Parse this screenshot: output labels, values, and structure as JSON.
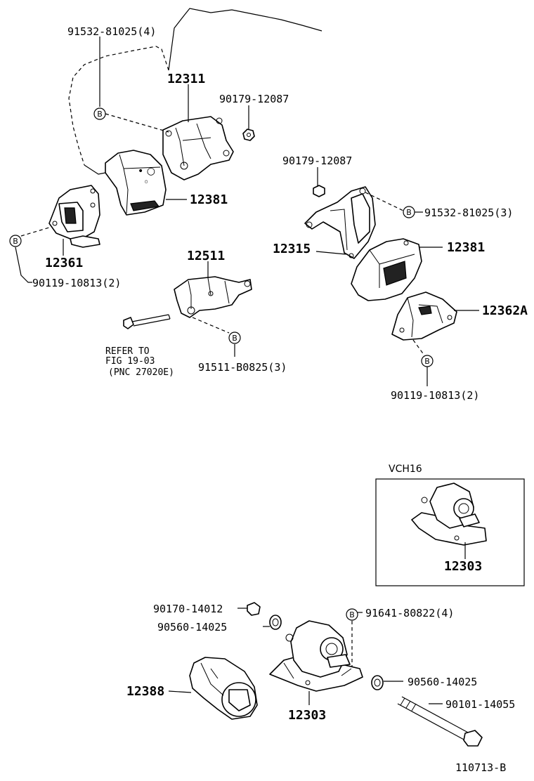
{
  "labels": {
    "p91532_top": "91532-81025(4)",
    "p12311": "12311",
    "p90179_a": "90179-12087",
    "p90179_b": "90179-12087",
    "p91532_right": "91532-81025(3)",
    "p12381_left": "12381",
    "p12381_right": "12381",
    "p12315": "12315",
    "p12361": "12361",
    "p90119_left": "90119-10813(2)",
    "p12511": "12511",
    "p12362A": "12362A",
    "p91511": "91511-B0825(3)",
    "p90119_right": "90119-10813(2)",
    "p12303_box": "12303",
    "p90170": "90170-14012",
    "p90560_a": "90560-14025",
    "p91641": "91641-80822(4)",
    "p12388": "12388",
    "p12303": "12303",
    "p90560_b": "90560-14025",
    "p90101": "90101-14055"
  },
  "refer_note": {
    "line1": "REFER TO",
    "line2": "FIG 19-03",
    "line3": "(PNC 27020E)"
  },
  "variant_box": {
    "label": "VCH16"
  },
  "bolt_marker": "B",
  "figure_id": "110713-B"
}
